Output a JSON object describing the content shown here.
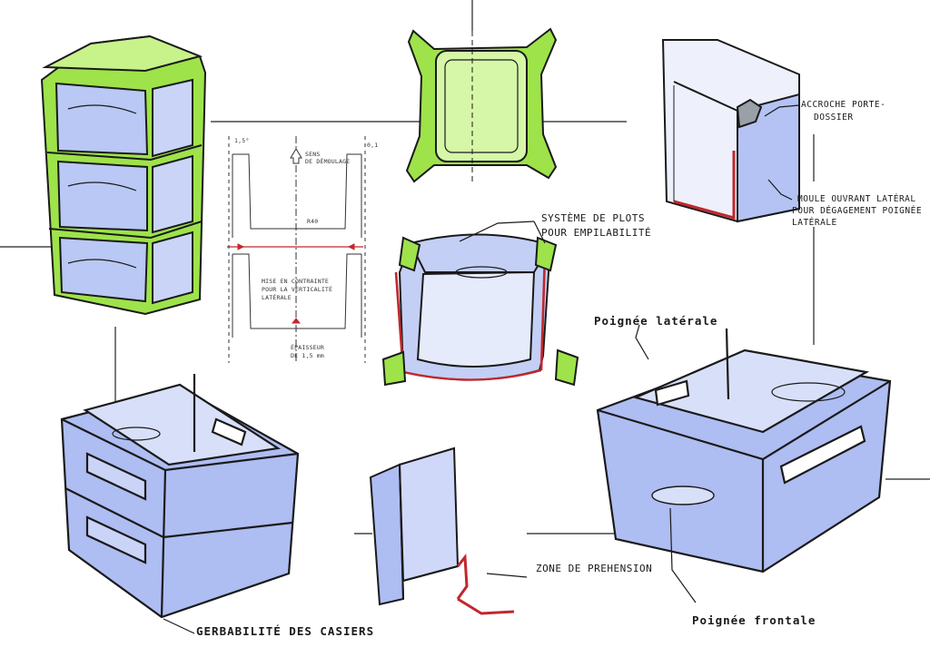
{
  "colors": {
    "green": "#9ee34a",
    "green_dark": "#5fa81e",
    "blue": "#aebdf2",
    "blue_dark": "#7d8fdc",
    "accent_red": "#c0282d",
    "ink": "#1a1a1a"
  },
  "annotations": {
    "systeme_plots_1": "SYSTÈME DE PLOTS",
    "systeme_plots_2": "POUR EMPILABILITÉ",
    "accroche_1": "ACCROCHE PORTE-",
    "accroche_2": "DOSSIER",
    "moule_1": "MOULE OUVRANT LATÉRAL",
    "moule_2": "POUR DÉGAGEMENT POIGNÉE",
    "moule_3": "LATÉRALE",
    "poignee_laterale": "Poignée latérale",
    "poignee_frontale": "Poignée frontale",
    "zone_prehension": "ZONE DE PREHENSION",
    "gerbabilite": "GERBABILITÉ DES CASIERS"
  },
  "technical_drawing": {
    "sens_demoulage_1": "SENS",
    "sens_demoulage_2": "DE DÉMOULAGE",
    "dim_left": "1,5°",
    "dim_right": "0,1",
    "rayon": "R40",
    "mise_1": "MISE EN CONTRAINTE",
    "mise_2": "POUR LA VERTICALITÉ",
    "mise_3": "LATÉRALE",
    "epaisseur_1": "ÉPAISSEUR",
    "epaisseur_2": "DE 1,5 mm"
  }
}
